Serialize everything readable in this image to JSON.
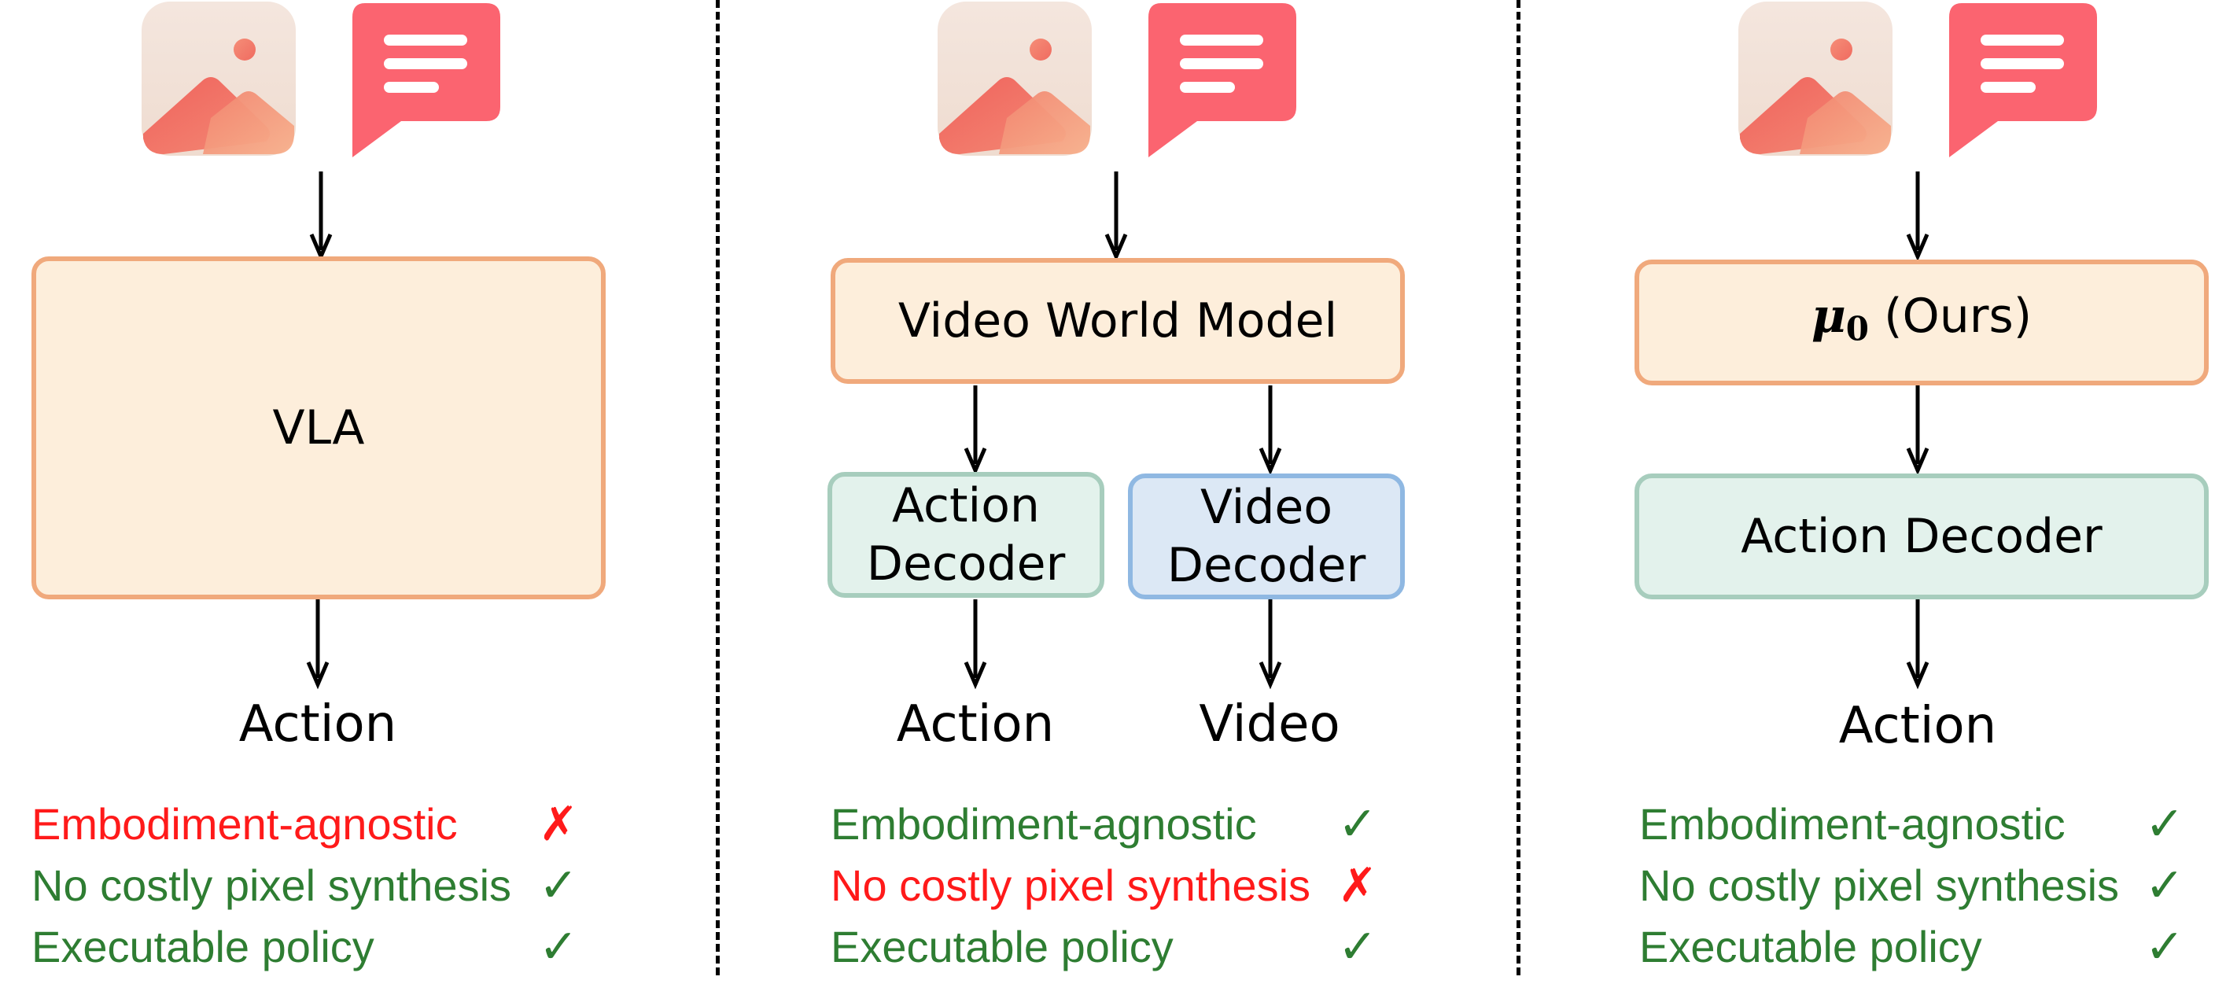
{
  "panels": [
    {
      "id": "vla",
      "model_label": "VLA",
      "output_label": "Action",
      "criteria": [
        {
          "label": "Embodiment-agnostic",
          "mark": "✗",
          "status": "bad"
        },
        {
          "label": "No costly pixel synthesis",
          "mark": "✓",
          "status": "good"
        },
        {
          "label": "Executable policy",
          "mark": "✓",
          "status": "good"
        }
      ]
    },
    {
      "id": "video-world-model",
      "model_label": "Video World Model",
      "decoder_left": "Action\nDecoder",
      "decoder_right": "Video\nDecoder",
      "output_left": "Action",
      "output_right": "Video",
      "criteria": [
        {
          "label": "Embodiment-agnostic",
          "mark": "✓",
          "status": "good"
        },
        {
          "label": "No costly pixel synthesis",
          "mark": "✗",
          "status": "bad"
        },
        {
          "label": "Executable policy",
          "mark": "✓",
          "status": "good"
        }
      ]
    },
    {
      "id": "mu0",
      "model_symbol": "μ",
      "model_subscript": "0",
      "model_suffix": "(Ours)",
      "decoder": "Action Decoder",
      "output_label": "Action",
      "criteria": [
        {
          "label": "Embodiment-agnostic",
          "mark": "✓",
          "status": "good"
        },
        {
          "label": "No costly pixel synthesis",
          "mark": "✓",
          "status": "good"
        },
        {
          "label": "Executable policy",
          "mark": "✓",
          "status": "good"
        }
      ]
    }
  ],
  "colors": {
    "good": "#2e7d32",
    "bad": "#ff1a1a",
    "model_box_fill": "#fdeedb",
    "model_box_border": "#f0a97c",
    "action_decoder_fill": "#e3f2ec",
    "action_decoder_border": "#a7cdbd",
    "video_decoder_fill": "#dce8f5",
    "video_decoder_border": "#8fb8e2",
    "chat_icon": "#fb6470",
    "image_icon": "#f0756a"
  },
  "icons": {
    "input_image": "image-icon",
    "input_text": "chat-bubble-icon"
  }
}
